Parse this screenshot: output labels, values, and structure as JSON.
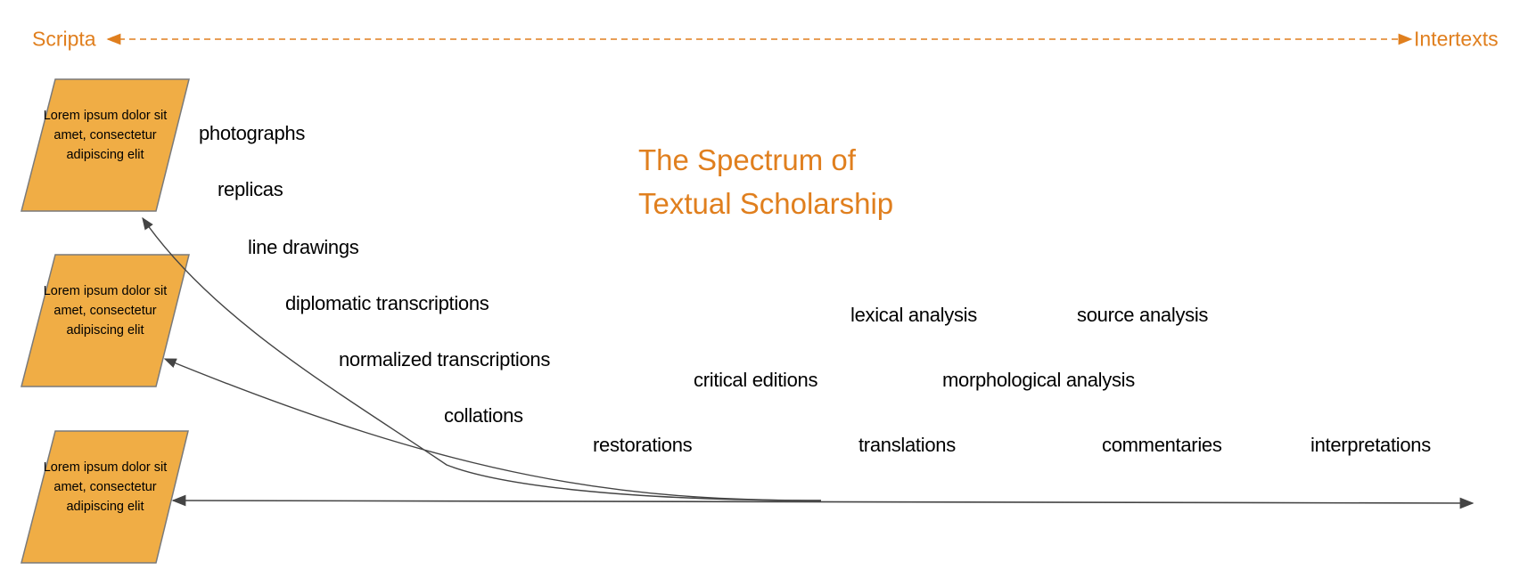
{
  "axis": {
    "left_label": "Scripta",
    "right_label": "Intertexts"
  },
  "title": {
    "line1": "The Spectrum of",
    "line2": "Textual Scholarship"
  },
  "boxes": [
    {
      "text": "Lorem ipsum dolor sit amet, consectetur adipiscing elit"
    },
    {
      "text": "Lorem ipsum dolor sit amet, consectetur adipiscing elit"
    },
    {
      "text": "Lorem ipsum dolor sit amet, consectetur adipiscing elit"
    }
  ],
  "items": [
    {
      "label": "photographs"
    },
    {
      "label": "replicas"
    },
    {
      "label": "line drawings"
    },
    {
      "label": "diplomatic transcriptions"
    },
    {
      "label": "normalized transcriptions"
    },
    {
      "label": "collations"
    },
    {
      "label": "restorations"
    },
    {
      "label": "critical editions"
    },
    {
      "label": "lexical analysis"
    },
    {
      "label": "source analysis"
    },
    {
      "label": "morphological analysis"
    },
    {
      "label": "translations"
    },
    {
      "label": "commentaries"
    },
    {
      "label": "interpretations"
    }
  ],
  "colors": {
    "accent": "#E07F1E",
    "box_fill": "#F0AD45",
    "box_border": "#7a7a7a",
    "line": "#444444"
  }
}
